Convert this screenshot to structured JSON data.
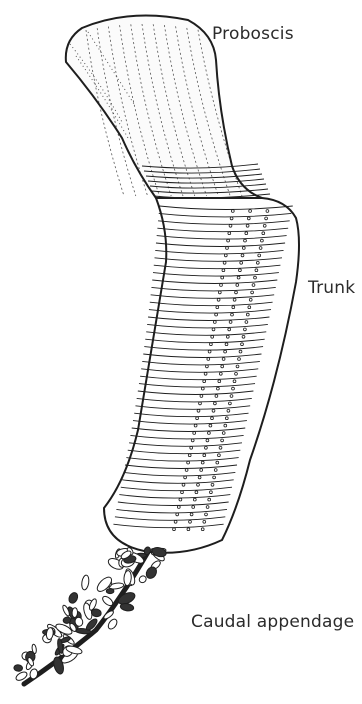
{
  "figure": {
    "subject": "worm anatomy illustration",
    "line_color": "#1e1e1e",
    "labels": {
      "proboscis": "Proboscis",
      "trunk": "Trunk",
      "caudal_appendage": "Caudal appendage"
    }
  }
}
